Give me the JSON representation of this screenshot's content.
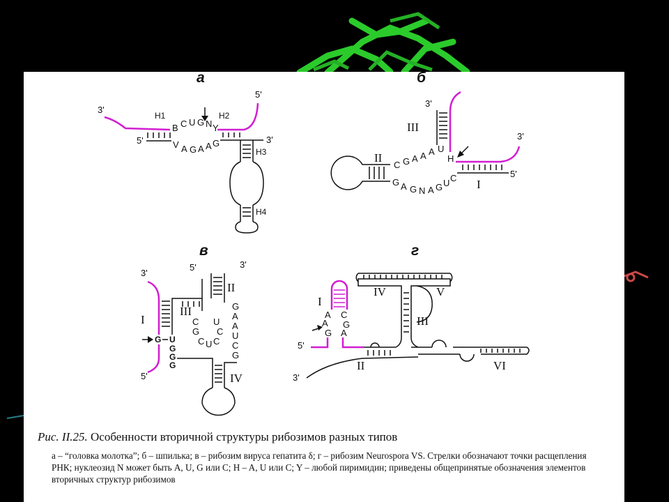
{
  "panels": {
    "a": {
      "letter": "а",
      "ends": {
        "three_prime": "3'",
        "five_prime_top": "5'",
        "five_prime_left": "5'",
        "three_prime_right": "3'"
      },
      "helices": {
        "h1": "H1",
        "h2": "H2",
        "h3": "H3",
        "h4": "H4"
      },
      "top_nucleotides": [
        "B",
        "C",
        "U",
        "G",
        "N",
        "Y"
      ],
      "bottom_nucleotides": [
        "V",
        "A",
        "G",
        "A",
        "A",
        "G"
      ]
    },
    "b": {
      "letter": "б",
      "ends": {
        "three_prime_top": "3'",
        "three_prime_right": "3'",
        "five_prime": "5'"
      },
      "domains": {
        "i": "I",
        "ii": "II",
        "iii": "III"
      },
      "top_nucleotides": [
        "C",
        "G",
        "A",
        "A",
        "A",
        "U",
        "H"
      ],
      "bottom_nucleotides": [
        "G",
        "A",
        "G",
        "N",
        "A",
        "G",
        "U",
        "C"
      ]
    },
    "c": {
      "letter": "в",
      "ends": {
        "three_prime_left": "3'",
        "five_prime_left": "5'",
        "five_prime_top": "5'",
        "three_prime_top": "3'"
      },
      "domains": {
        "i": "I",
        "ii": "II",
        "iii": "III",
        "iv": "IV"
      },
      "cleavage_nucleotides": [
        "G",
        "U"
      ],
      "stem_left": [
        "G",
        "G",
        "G"
      ],
      "loop_left": [
        "C",
        "G"
      ],
      "loop_right": [
        "U",
        "C"
      ],
      "loop_bottom": [
        "C",
        "U",
        "C"
      ],
      "right_column": [
        "G",
        "A",
        "A",
        "U",
        "C",
        "G"
      ]
    },
    "d": {
      "letter": "г",
      "ends": {
        "five_prime": "5'",
        "three_prime": "3'"
      },
      "domains": {
        "i": "I",
        "ii": "II",
        "iii": "III",
        "iv": "IV",
        "v": "V",
        "vi": "VI"
      },
      "loop_left": [
        "A",
        "A",
        "G"
      ],
      "loop_right": [
        "C",
        "G",
        "A"
      ]
    }
  },
  "caption": {
    "prefix": "Рис. II.25.",
    "title": "Особенности вторичной структуры рибозимов разных типов",
    "legend": "а – “головка молотка”; б – шпилька; в – рибозим вируса гепатита δ; г – рибозим Neurospora VS. Стрелки обозначают точки расщепления РНК; нуклеозид N может быть A, U, G или C; H – A, U или C; Y – любой пиримидин; приведены общепринятые обозначения элементов вторичных структур рибозимов"
  },
  "colors": {
    "highlight": "#d21ed2",
    "background": "#000000",
    "sheet": "#ffffff",
    "molecule": "#2ed62e"
  }
}
